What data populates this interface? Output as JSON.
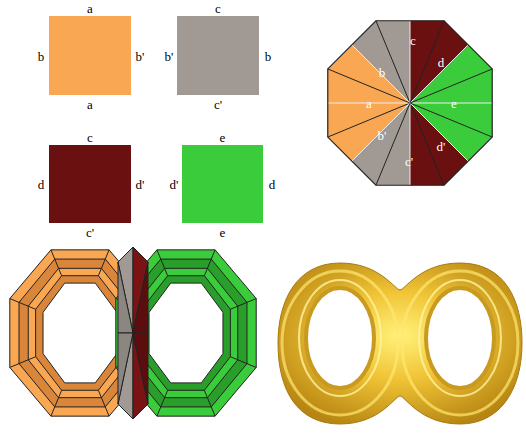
{
  "diagram": {
    "nodes": [
      {
        "text": [
          "a",
          "b",
          "b'",
          "a"
        ]
      },
      {
        "text": [
          "c",
          "b'",
          "b",
          "c'"
        ]
      },
      {
        "text": [
          "c",
          "d",
          "d'",
          "c'"
        ]
      },
      {
        "text": [
          "e",
          "d'",
          "d",
          "e"
        ]
      }
    ],
    "labels": [
      "b",
      "c",
      "d",
      "a",
      "e",
      "b'",
      "c'",
      "d'"
    ]
  }
}
